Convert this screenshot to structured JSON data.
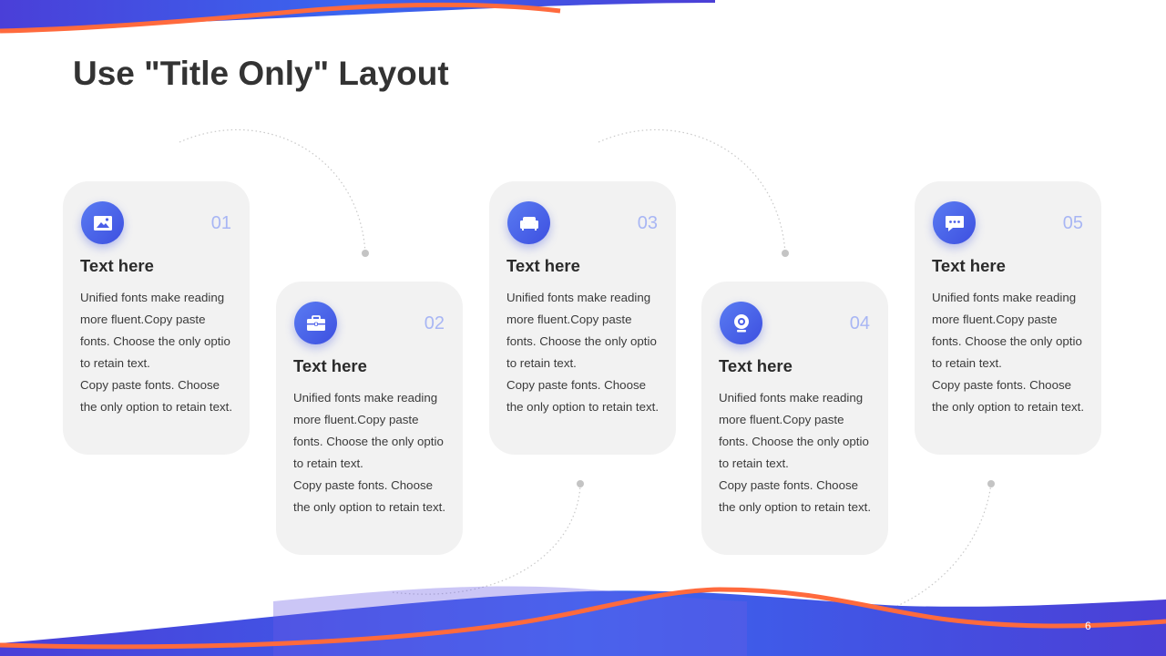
{
  "slide": {
    "title": "Use \"Title Only\" Layout",
    "page_number": "6"
  },
  "colors": {
    "accent_blue": "#3d4fe0",
    "accent_orange": "#ff6a3d",
    "card_bg": "#f2f2f2",
    "number_color": "#a8b6f4"
  },
  "cards": [
    {
      "number": "01",
      "icon": "image-icon",
      "title": "Text here",
      "body": "Unified  fonts make reading\nmore fluent.Copy paste\nfonts. Choose the only optio\nto retain text.\nCopy paste  fonts. Choose\nthe only option to retain text."
    },
    {
      "number": "02",
      "icon": "briefcase-icon",
      "title": "Text here",
      "body": "Unified  fonts make reading\nmore fluent.Copy paste\nfonts. Choose the only optio\nto retain text.\nCopy paste  fonts. Choose\nthe only option to retain text."
    },
    {
      "number": "03",
      "icon": "sofa-icon",
      "title": "Text here",
      "body": "Unified  fonts make reading\nmore fluent.Copy paste\nfonts. Choose the only optio\nto retain text.\nCopy paste  fonts. Choose\nthe only option to retain text."
    },
    {
      "number": "04",
      "icon": "webcam-icon",
      "title": "Text here",
      "body": "Unified  fonts make reading\nmore fluent.Copy paste\nfonts. Choose the only optio\nto retain text.\nCopy paste  fonts. Choose\nthe only option to retain text."
    },
    {
      "number": "05",
      "icon": "chat-icon",
      "title": "Text here",
      "body": "Unified  fonts make reading\nmore fluent.Copy paste\nfonts. Choose the only optio\nto retain text.\nCopy paste  fonts. Choose\nthe only option to retain text."
    }
  ]
}
